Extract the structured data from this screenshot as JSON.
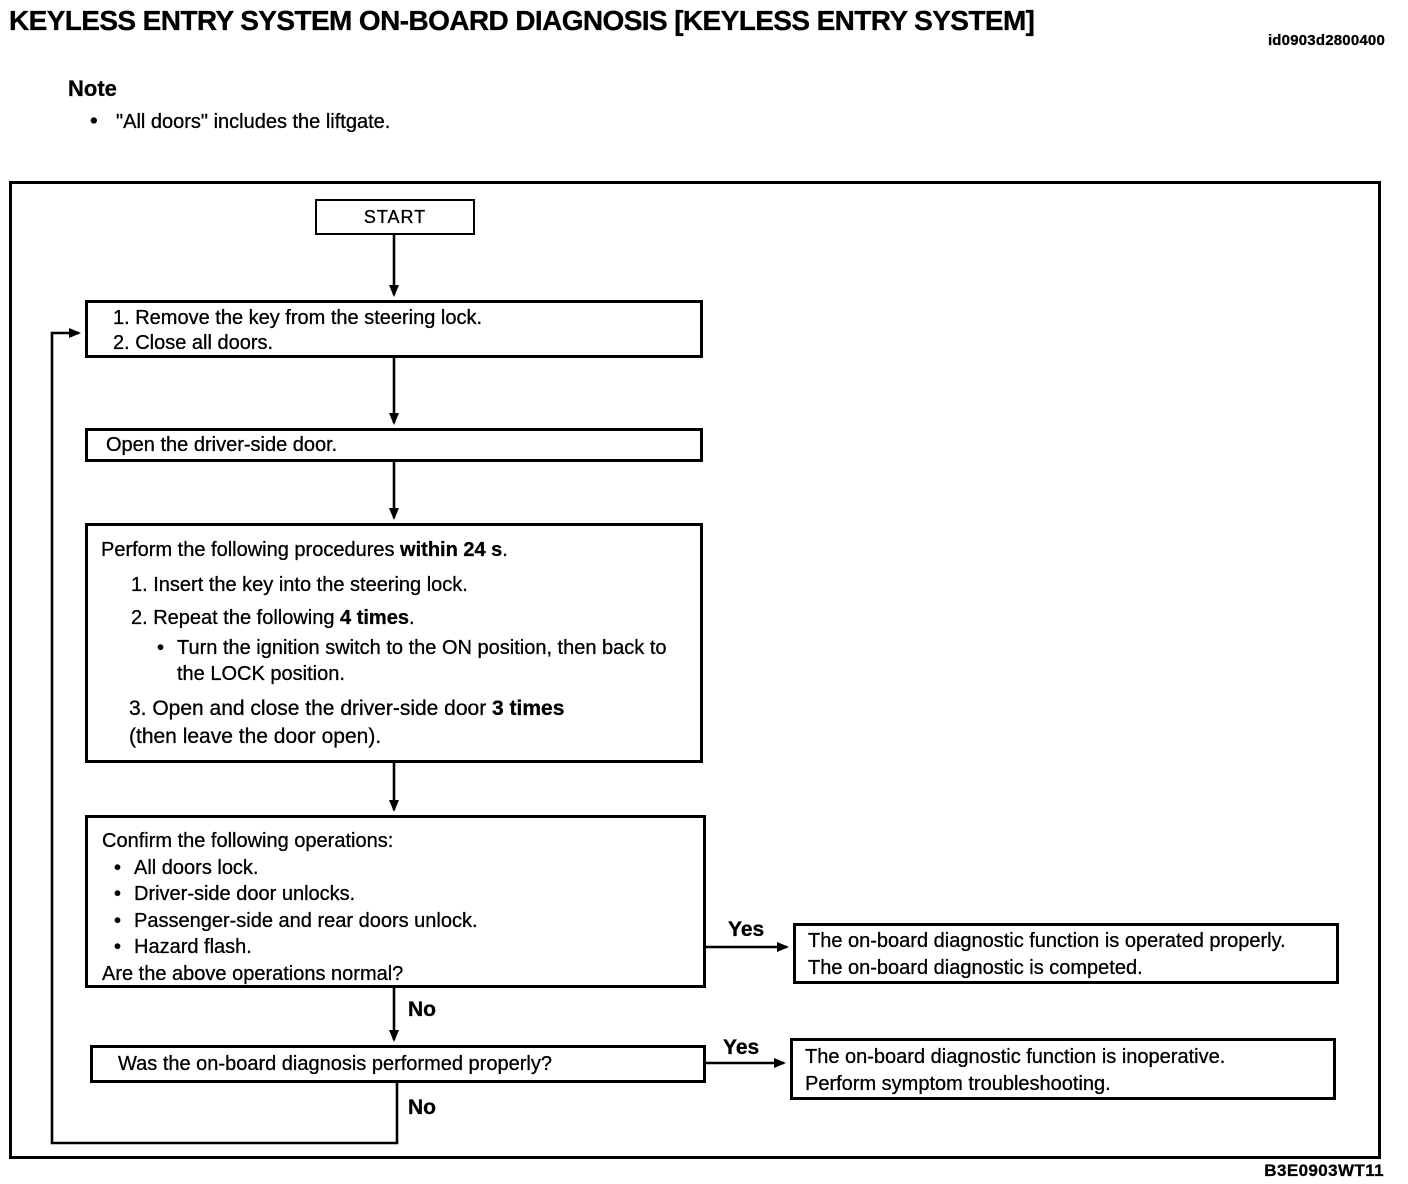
{
  "page": {
    "title": "KEYLESS ENTRY SYSTEM ON-BOARD DIAGNOSIS [KEYLESS ENTRY SYSTEM]",
    "doc_id": "id0903d2800400",
    "figure_id": "B3E0903WT11"
  },
  "note": {
    "heading": "Note",
    "bullet": "\"All doors\" includes the liftgate."
  },
  "flowchart": {
    "start_label": "START",
    "labels": {
      "yes1": "Yes",
      "no1": "No",
      "yes2": "Yes",
      "no2": "No"
    },
    "step1": {
      "lines": [
        "1. Remove the key from the steering lock.",
        "2. Close all doors."
      ]
    },
    "step2": {
      "text": "Open the driver-side door."
    },
    "step3": {
      "intro_pre": "Perform the following procedures ",
      "intro_bold": "within 24 s",
      "intro_post": ".",
      "item1": "1. Insert the key into the steering lock.",
      "item2_pre": "2. Repeat the following ",
      "item2_bold": "4 times",
      "item2_post": ".",
      "sub_lines": [
        "Turn the ignition switch to the ON position, then back to",
        "the LOCK position."
      ],
      "item3_pre": "3. Open and close the driver-side door ",
      "item3_bold": "3 times",
      "item3_line2": "(then leave the door open)."
    },
    "step4": {
      "intro": "Confirm the following operations:",
      "bullets": [
        "All doors lock.",
        "Driver-side door unlocks.",
        "Passenger-side and rear doors unlock.",
        "Hazard flash."
      ],
      "question": "Are the above operations normal?"
    },
    "question2": {
      "text": "Was the on-board diagnosis performed properly?"
    },
    "result_ok": {
      "lines": [
        "The on-board diagnostic function is operated properly.",
        "The on-board diagnostic is competed."
      ]
    },
    "result_ng": {
      "lines": [
        "The on-board diagnostic function is inoperative.",
        "Perform symptom troubleshooting."
      ]
    }
  }
}
